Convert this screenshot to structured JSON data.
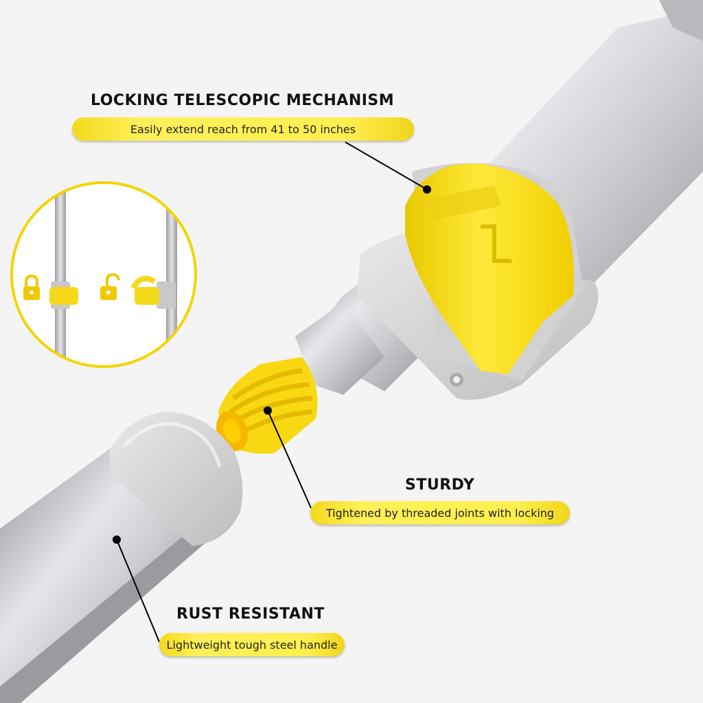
{
  "features": {
    "telescopic": {
      "title": "LOCKING TELESCOPIC MECHANISM",
      "caption": "Easily extend reach from 41 to 50 inches"
    },
    "sturdy": {
      "title": "STURDY",
      "caption": "Tightened by threaded joints with locking"
    },
    "rust": {
      "title": "RUST RESISTANT",
      "caption": "Lightweight tough steel handle"
    }
  },
  "colors": {
    "accent_yellow": "#f7e21e",
    "collar_grey": "#d6d6d6",
    "tube_silver": "#c8c8cc",
    "background": "#f4f4f4"
  },
  "icons": [
    "lock-closed-icon",
    "lock-open-icon"
  ]
}
